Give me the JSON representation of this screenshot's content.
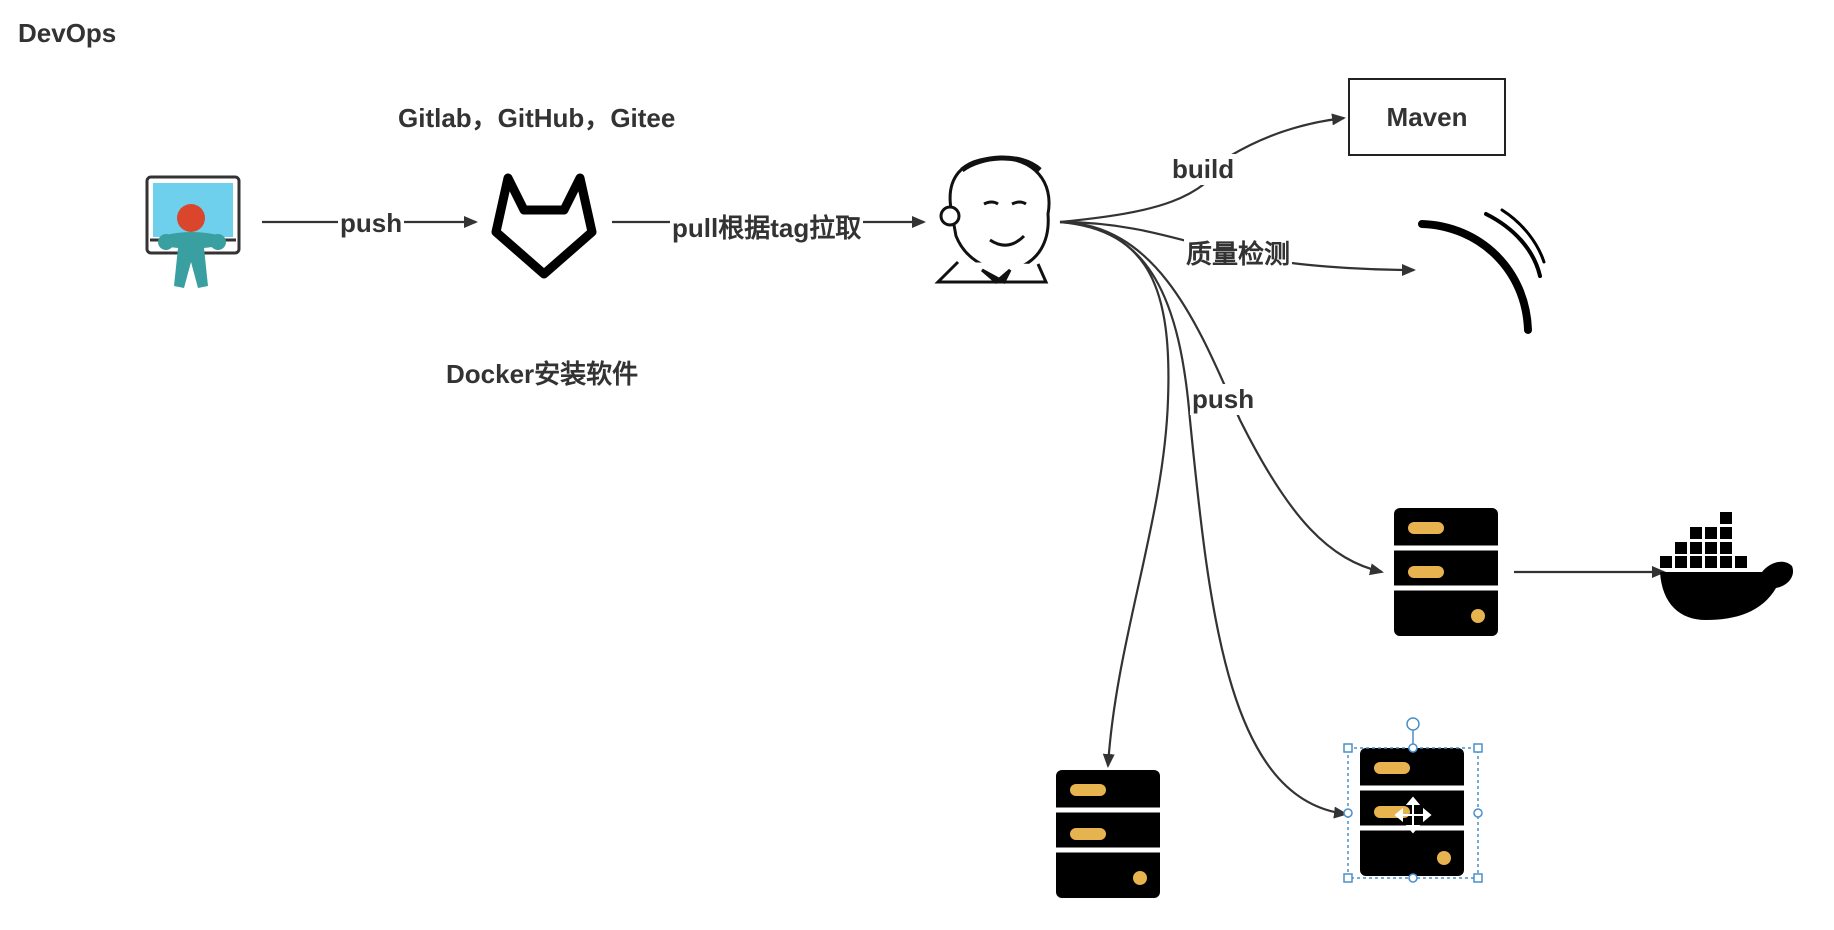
{
  "title": "DevOps",
  "repos_label": "Gitlab，GitHub，Gitee",
  "docker_note": "Docker安装软件",
  "maven_label": "Maven",
  "edges": {
    "push_to_repo": "push",
    "pull_to_jenkins": "pull根据tag拉取",
    "build": "build",
    "quality": "质量检测",
    "push_to_servers": "push"
  },
  "icons": {
    "developer": "developer-computer-icon",
    "gitlab": "gitlab-icon",
    "jenkins": "jenkins-icon",
    "sonar": "sonarqube-icon",
    "docker": "docker-whale-icon",
    "server": "server-icon"
  },
  "colors": {
    "line": "#333333",
    "server_body": "#000000",
    "server_accent": "#e6b34f",
    "monitor_screen": "#6fd0ee",
    "person": "#3a9fa0",
    "person_head": "#d9462b",
    "selection": "#4a90c8"
  }
}
